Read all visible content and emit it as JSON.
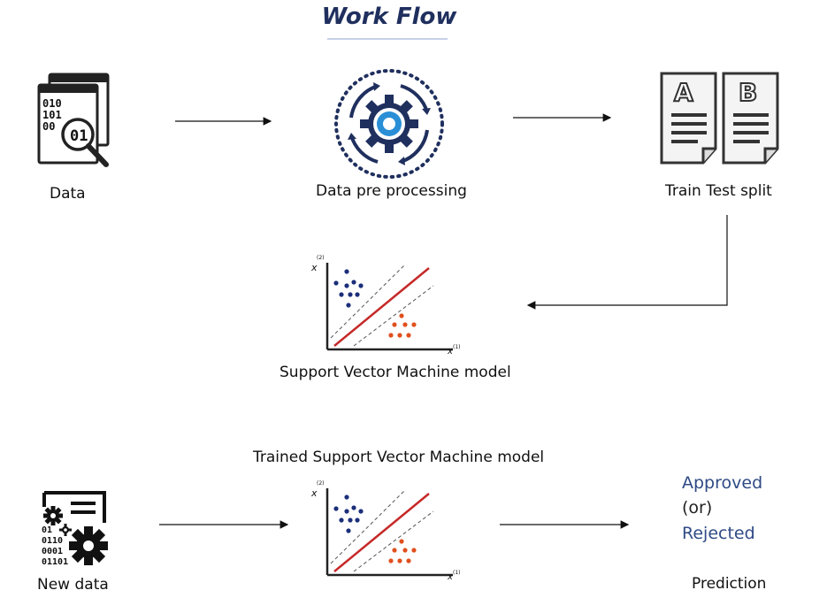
{
  "title": "Work Flow",
  "labels": {
    "data": "Data",
    "preprocessing": "Data pre processing",
    "split": "Train Test split",
    "svm": "Support Vector Machine model",
    "trained_svm": "Trained Support Vector Machine model",
    "new_data": "New data",
    "prediction": "Prediction"
  },
  "outcomes": {
    "approved": "Approved",
    "or": "(or)",
    "rejected": "Rejected"
  },
  "icon_text": {
    "data_bin": [
      "010",
      "101",
      "00"
    ],
    "magnifier": "01",
    "doc_a": "A",
    "doc_b": "B",
    "newdata_bin": [
      "01",
      "0110",
      "0001",
      "01101"
    ],
    "axis_y": "x",
    "axis_y_sup": "(2)",
    "axis_x": "x",
    "axis_x_sup": "(1)"
  },
  "colors": {
    "title": "#1f2f5e",
    "approved": "#2f4a85",
    "gear_blue": "#2a8fd6",
    "hyperplane": "#c62828",
    "class_blue": "#1b2f7a",
    "class_red": "#e0501e"
  }
}
